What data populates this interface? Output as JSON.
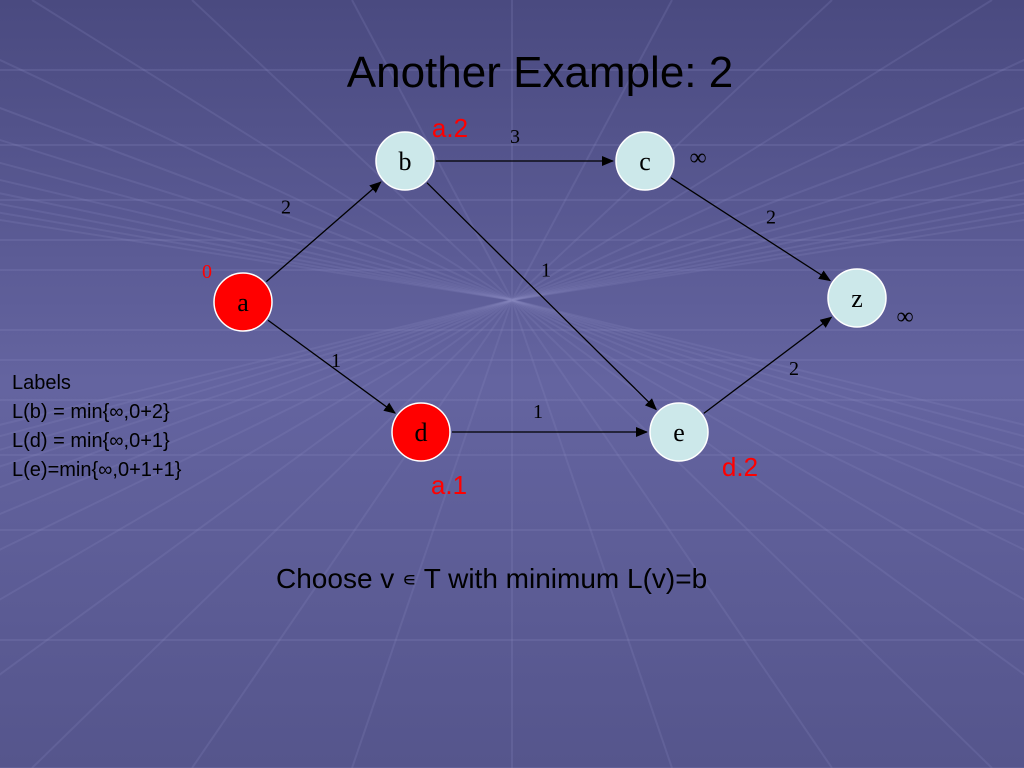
{
  "slide": {
    "title": "Another Example: 2",
    "choose_prefix": "Choose v",
    "choose_symbol": "∊",
    "choose_suffix": "T with minimum L(v)=b",
    "labels_heading": "Labels",
    "label_lines": [
      "L(b) = min{∞,0+2}",
      "L(d) = min{∞,0+1}",
      "L(e)=min{∞,0+1+1}"
    ]
  },
  "graph": {
    "nodes": [
      {
        "id": "a",
        "label": "a",
        "state": "selected",
        "annotation": "0"
      },
      {
        "id": "b",
        "label": "b",
        "state": "unselected",
        "annotation": "a.2"
      },
      {
        "id": "c",
        "label": "c",
        "state": "unselected",
        "annotation": "∞"
      },
      {
        "id": "d",
        "label": "d",
        "state": "selected",
        "annotation": "a.1"
      },
      {
        "id": "e",
        "label": "e",
        "state": "unselected",
        "annotation": "d.2"
      },
      {
        "id": "z",
        "label": "z",
        "state": "unselected",
        "annotation": "∞"
      }
    ],
    "edges": [
      {
        "from": "a",
        "to": "b",
        "weight": "2"
      },
      {
        "from": "a",
        "to": "d",
        "weight": "1"
      },
      {
        "from": "b",
        "to": "c",
        "weight": "3"
      },
      {
        "from": "b",
        "to": "e",
        "weight": "1"
      },
      {
        "from": "c",
        "to": "z",
        "weight": "2"
      },
      {
        "from": "d",
        "to": "e",
        "weight": "1"
      },
      {
        "from": "e",
        "to": "z",
        "weight": "2"
      }
    ]
  },
  "colors": {
    "selected_node": "#ff0000",
    "unselected_node": "#cce8ea",
    "annotation_red": "#ff0000",
    "annotation_black": "#000000",
    "background": "#5c5c92"
  }
}
